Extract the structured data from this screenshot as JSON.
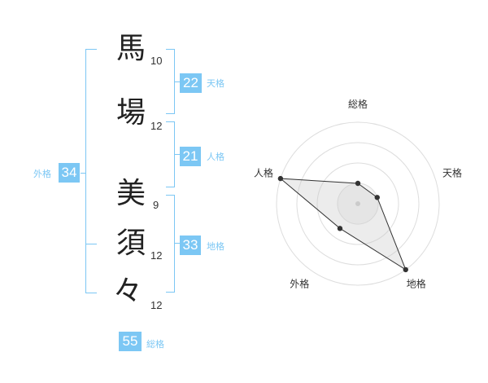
{
  "name": {
    "characters": [
      {
        "char": "馬",
        "strokes": "10"
      },
      {
        "char": "場",
        "strokes": "12"
      },
      {
        "char": "美",
        "strokes": "9"
      },
      {
        "char": "須",
        "strokes": "12"
      },
      {
        "char": "々",
        "strokes": "12"
      }
    ]
  },
  "kakusu": {
    "tenkaku": {
      "value": "22",
      "label": "天格"
    },
    "jinkaku": {
      "value": "21",
      "label": "人格"
    },
    "chikaku": {
      "value": "33",
      "label": "地格"
    },
    "gaikaku": {
      "value": "34",
      "label": "外格"
    },
    "soukaku": {
      "value": "55",
      "label": "総格"
    }
  },
  "colors": {
    "accent": "#7cc7f4",
    "text": "#222222",
    "grid": "#dddddd",
    "fill": "#e9e9e9"
  },
  "chart_data": {
    "type": "radar",
    "axes": [
      "総格",
      "天格",
      "地格",
      "外格",
      "人格"
    ],
    "rings": 4,
    "max": 4,
    "values": [
      1,
      1,
      4,
      1.5,
      4
    ]
  }
}
